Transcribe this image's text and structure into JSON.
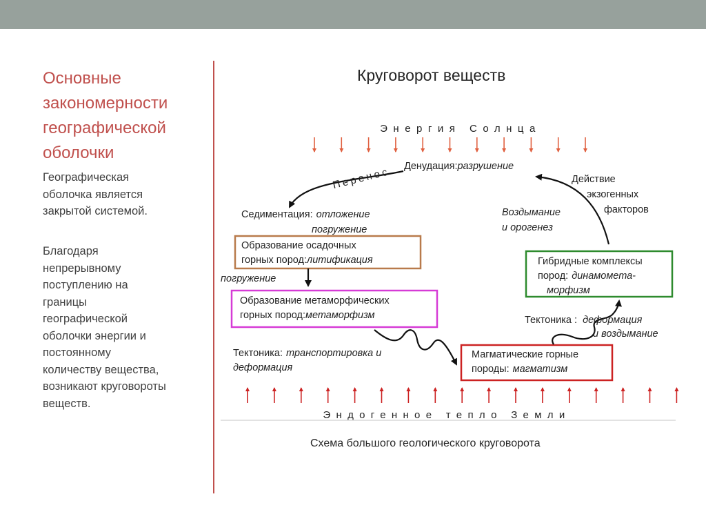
{
  "side": {
    "title": "Основные\nзакономерности\nгеографической\nоболочки",
    "paragraph1": "Географическая\nоболочка является\nзакрытой системой.",
    "paragraph2": "Благодаря\nнепрерывному\nпоступлению на\nграницы\nгеографической\nоболочки энергии и\nпостоянному\nколичеству вещества,\nвозникают круговороты\nвеществ."
  },
  "main": {
    "title": "Круговорот веществ",
    "caption": "Схема большого геологического круговорота"
  },
  "diagram": {
    "sun_energy": "Энергия Солнца",
    "earth_heat": "Эндогенное тепло Земли",
    "transfer": "Перенос",
    "denudation": "Денудация:",
    "denudation_it": "разрушение",
    "sedimentation": "Седиментация:",
    "sedimentation_it": "отложение",
    "subsidence1": "погружение",
    "sedimentary_box": {
      "line1": "Образование осадочных",
      "line2": "горных пород:",
      "line2_it": "литификация"
    },
    "subsidence2": "погружение",
    "metamorphic_box": {
      "line1": "Образование метаморфических",
      "line2": "горных пород:",
      "line2_it": "метаморфизм"
    },
    "tectonics_left": "Тектоника:",
    "tectonics_left_it1": "транспортировка и",
    "tectonics_left_it2": "деформация",
    "magmatic_box": {
      "line1": "Магматические горные",
      "line2": "породы:",
      "line2_it": "магматизм"
    },
    "tectonics_right": "Тектоника :",
    "tectonics_right_it1": "деформация",
    "tectonics_right_it2": "и воздымание",
    "hybrid_box": {
      "line1": "Гибридные комплексы",
      "line2": "пород:",
      "line2_it": "динамомета-",
      "line3_it": "морфизм"
    },
    "uplift1": "Воздымание",
    "uplift2": "и орогенез",
    "exogenous1": "Действие",
    "exogenous2": "экзогенных",
    "exogenous3": "факторов",
    "colors": {
      "sedimentary_border": "#b87a4b",
      "metamorphic_border": "#d63bd6",
      "magmatic_border": "#cc2222",
      "hybrid_border": "#2e8b2e",
      "energy_arrows": "#cc2222",
      "sun_arrows": "#e06040"
    }
  }
}
